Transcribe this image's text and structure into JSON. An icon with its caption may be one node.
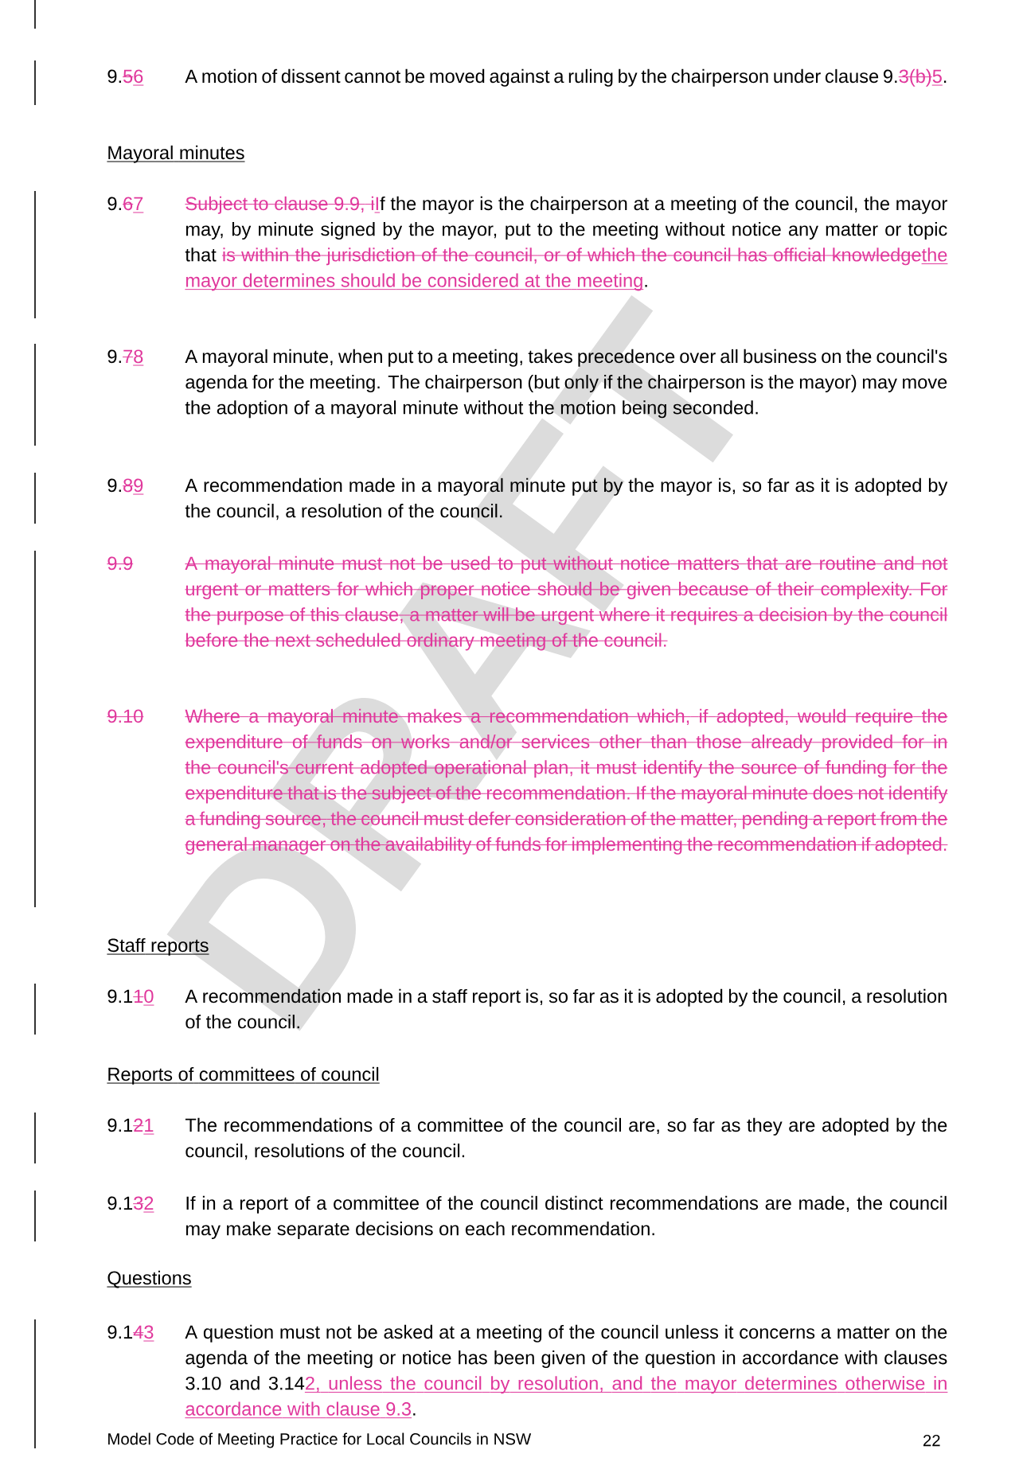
{
  "diagram": {
    "labels": [
      "9.",
      "5",
      "6",
      "A motion of dissent cannot be moved against a ruling by the chairperson under clause 9.",
      "3(b)",
      "5",
      ".",
      "Mayoral minutes",
      "9.",
      "6",
      "7",
      "Subject to clause 9.9, i",
      "I",
      "f the mayor is the chairperson at a meeting of the council, the mayor may, by minute signed by the mayor, put to the meeting without notice any matter or topic that",
      "is within the jurisdiction of the council, or of which the council has official knowledge",
      "the mayor determines should be considered at the meeting",
      ".",
      "9.",
      "7",
      "8",
      "A mayoral minute, when put to a meeting, takes precedence over all business on the council's agenda for the meeting. The chairperson (but only if the chairperson is the mayor) may move the adoption of a mayoral minute without the motion being seconded.",
      "9.",
      "8",
      "9",
      "A recommendation made in a mayoral minute put by the mayor is, so far as it is adopted by the council, a resolution of the council.",
      "9.9",
      "A mayoral minute must not be used to put without notice matters that are routine and not urgent or matters for which proper notice should be given because of their complexity. For the purpose of this clause, a matter will be urgent where it requires a decision by the council before the next scheduled ordinary meeting of the council.",
      "9.10",
      "Where a mayoral minute makes a recommendation which, if adopted, would require the expenditure of funds on works and/or services other than those already provided for in the council's current adopted operational plan, it must identify the source of funding for the expenditure that is the subject of the recommendation. If the mayoral minute does not identify a funding source, the council must defer consideration of the matter, pending a report from the general manager on the availability of funds for implementing the recommendation if adopted.",
      "Staff reports",
      "9.1",
      "1",
      "0",
      "A recommendation made in a staff report is, so far as it is adopted by the council, a resolution of the council.",
      "Reports of committees of council",
      "9.1",
      "2",
      "1",
      "The recommendations of a committee of the council are, so far as they are adopted by the council, resolutions of the council.",
      "9.1",
      "3",
      "2",
      "If in a report of a committee of the council distinct recommendations are made, the council may make separate decisions on each recommendation.",
      "Questions",
      "9.1",
      "4",
      "3",
      "A question must not be asked at a meeting of the council unless it concerns a matter on the agenda of the meeting or notice has been given of the question in accordance with clauses 3.10 and 3.14",
      "2, unless the council by resolution, and the mayor determines otherwise in accordance with clause 9.3",
      ".",
      "Model Code of Meeting Practice for Local Councils in NSW",
      "22",
      "DRAFT"
    ]
  }
}
